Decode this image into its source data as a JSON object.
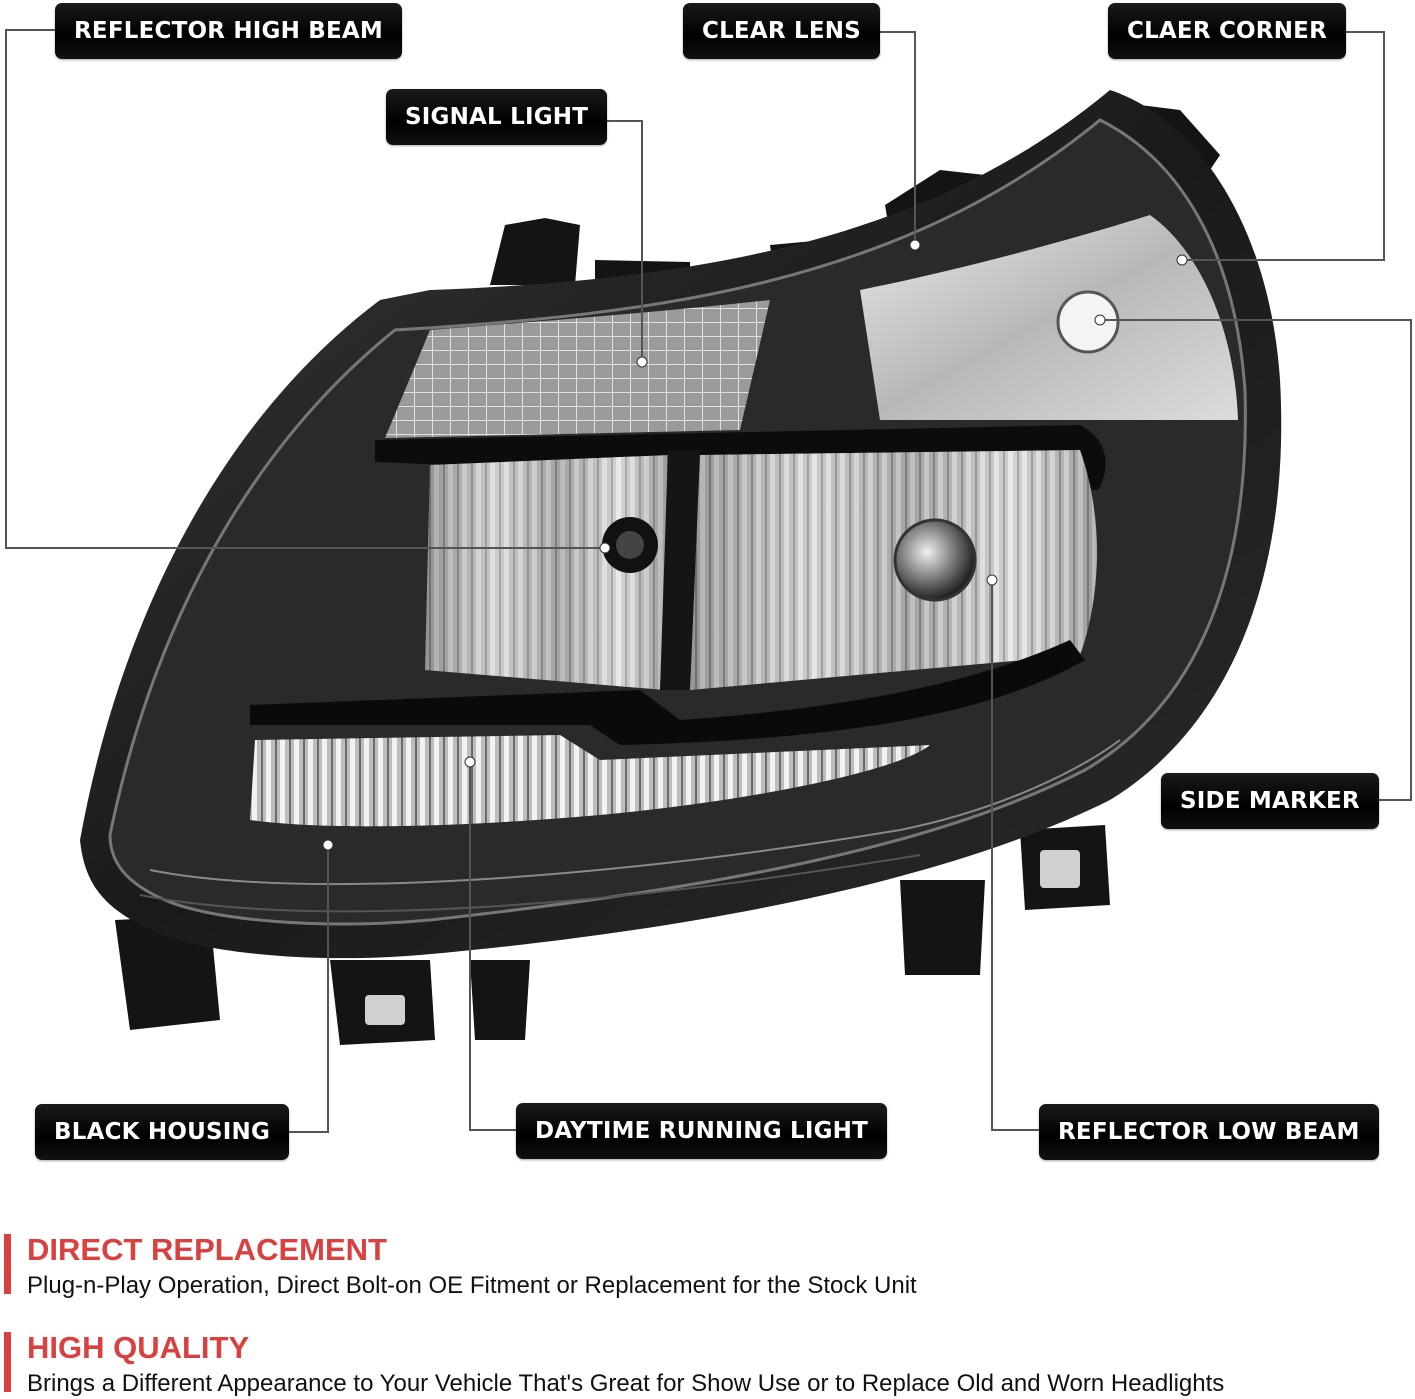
{
  "colors": {
    "accent": "#d94040",
    "label_bg": "#000000",
    "label_text": "#ffffff",
    "leader": "#555555"
  },
  "callouts": {
    "reflector_high_beam": "REFLECTOR HIGH BEAM",
    "clear_lens": "CLEAR LENS",
    "claer_corner": "CLAER CORNER",
    "signal_light": "SIGNAL LIGHT",
    "side_marker": "SIDE MARKER",
    "black_housing": "BLACK HOUSING",
    "daytime_running_light": "DAYTIME RUNNING LIGHT",
    "reflector_low_beam": "REFLECTOR LOW BEAM"
  },
  "features": [
    {
      "title": "DIRECT REPLACEMENT",
      "text": "Plug-n-Play Operation, Direct Bolt-on OE Fitment or Replacement for the Stock Unit"
    },
    {
      "title": "HIGH QUALITY",
      "text": "Brings a Different Appearance to Your Vehicle That's Great for Show Use or to Replace Old and Worn Headlights"
    }
  ]
}
